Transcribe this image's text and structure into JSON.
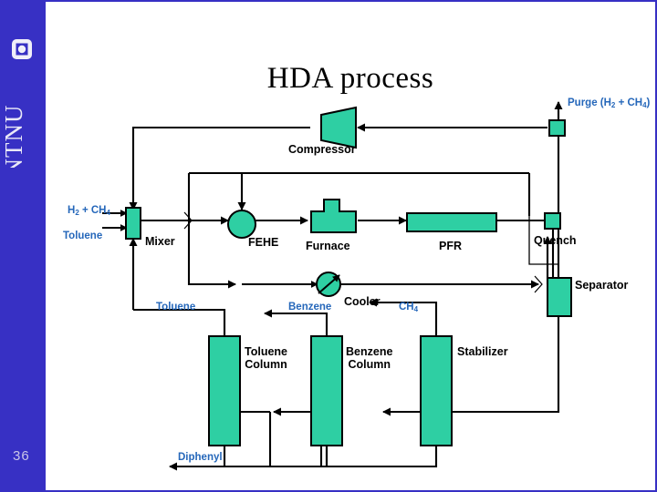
{
  "slide": {
    "title": "HDA process",
    "page_number": "36",
    "logo_text": "NTNU",
    "accent_color": "#3730c4",
    "unit_fill_color": "#2ecfa3",
    "stream_label_color": "#2567ba",
    "unit_label_color": "#000000",
    "background_color": "#ffffff"
  },
  "units": [
    {
      "id": "mixer",
      "label": "Mixer"
    },
    {
      "id": "fehe",
      "label": "FEHE"
    },
    {
      "id": "furnace",
      "label": "Furnace"
    },
    {
      "id": "pfr",
      "label": "PFR"
    },
    {
      "id": "compressor",
      "label": "Compressor"
    },
    {
      "id": "quench",
      "label": "Quench"
    },
    {
      "id": "separator",
      "label": "Separator"
    },
    {
      "id": "cooler",
      "label": "Cooler"
    },
    {
      "id": "stabilizer",
      "label": "Stabilizer"
    },
    {
      "id": "benzene-column",
      "label": "Benzene\nColumn",
      "line1": "Benzene",
      "line2": "Column"
    },
    {
      "id": "toluene-column",
      "label": "Toluene\nColumn",
      "line1": "Toluene",
      "line2": "Column"
    }
  ],
  "streams": [
    {
      "id": "feed-gas",
      "label": "H",
      "sub1": "2",
      "mid": " + CH",
      "sub2": "4",
      "full": "H2 + CH4"
    },
    {
      "id": "feed-toluene",
      "label": "Toluene"
    },
    {
      "id": "purge",
      "pre": "Purge (H",
      "sub1": "2",
      "mid": " + CH",
      "sub2": "4",
      "post": ")",
      "full": "Purge (H2 + CH4)"
    },
    {
      "id": "recycle-toluene",
      "label": "Toluene"
    },
    {
      "id": "benzene-product",
      "label": "Benzene"
    },
    {
      "id": "methane-offgas",
      "label": "CH",
      "sub": "4",
      "full": "CH4"
    },
    {
      "id": "diphenyl",
      "label": "Diphenyl"
    }
  ]
}
